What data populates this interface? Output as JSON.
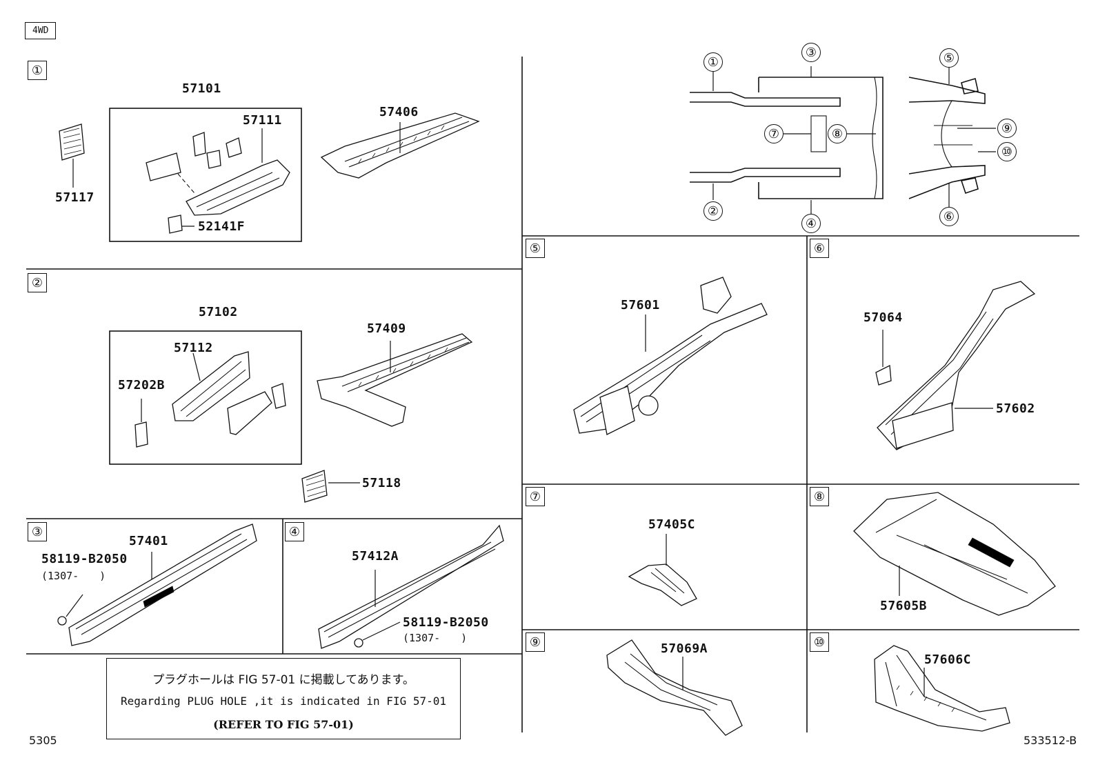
{
  "tag": "4WD",
  "sections": {
    "s1": {
      "index": "①",
      "group": "57101",
      "parts": [
        "57111",
        "57117",
        "52141F",
        "57406"
      ]
    },
    "s2": {
      "index": "②",
      "group": "57102",
      "parts": [
        "57112",
        "57202B",
        "57409",
        "57118"
      ]
    },
    "s3": {
      "index": "③",
      "parts": [
        "57401",
        "58119-B2050"
      ],
      "date": "(1307-　　)"
    },
    "s4": {
      "index": "④",
      "parts": [
        "57412A",
        "58119-B2050"
      ],
      "date": "(1307-　　)"
    },
    "s5": {
      "index": "⑤",
      "parts": [
        "57601"
      ]
    },
    "s6": {
      "index": "⑥",
      "parts": [
        "57064",
        "57602"
      ]
    },
    "s7": {
      "index": "⑦",
      "parts": [
        "57405C"
      ]
    },
    "s8": {
      "index": "⑧",
      "parts": [
        "57605B"
      ]
    },
    "s9": {
      "index": "⑨",
      "parts": [
        "57069A"
      ]
    },
    "s10": {
      "index": "⑩",
      "parts": [
        "57606C"
      ]
    }
  },
  "overview": {
    "labels": [
      "①",
      "②",
      "③",
      "④",
      "⑤",
      "⑥",
      "⑦",
      "⑧",
      "⑨",
      "⑩"
    ]
  },
  "note": {
    "jp": "プラグホールは FIG 57-01 に掲載してあります。",
    "en": "Regarding PLUG HOLE ,it is indicated in FIG 57-01",
    "ref": "(REFER TO FIG 57-01)"
  },
  "footer": {
    "left": "5305",
    "right": "533512-B"
  }
}
